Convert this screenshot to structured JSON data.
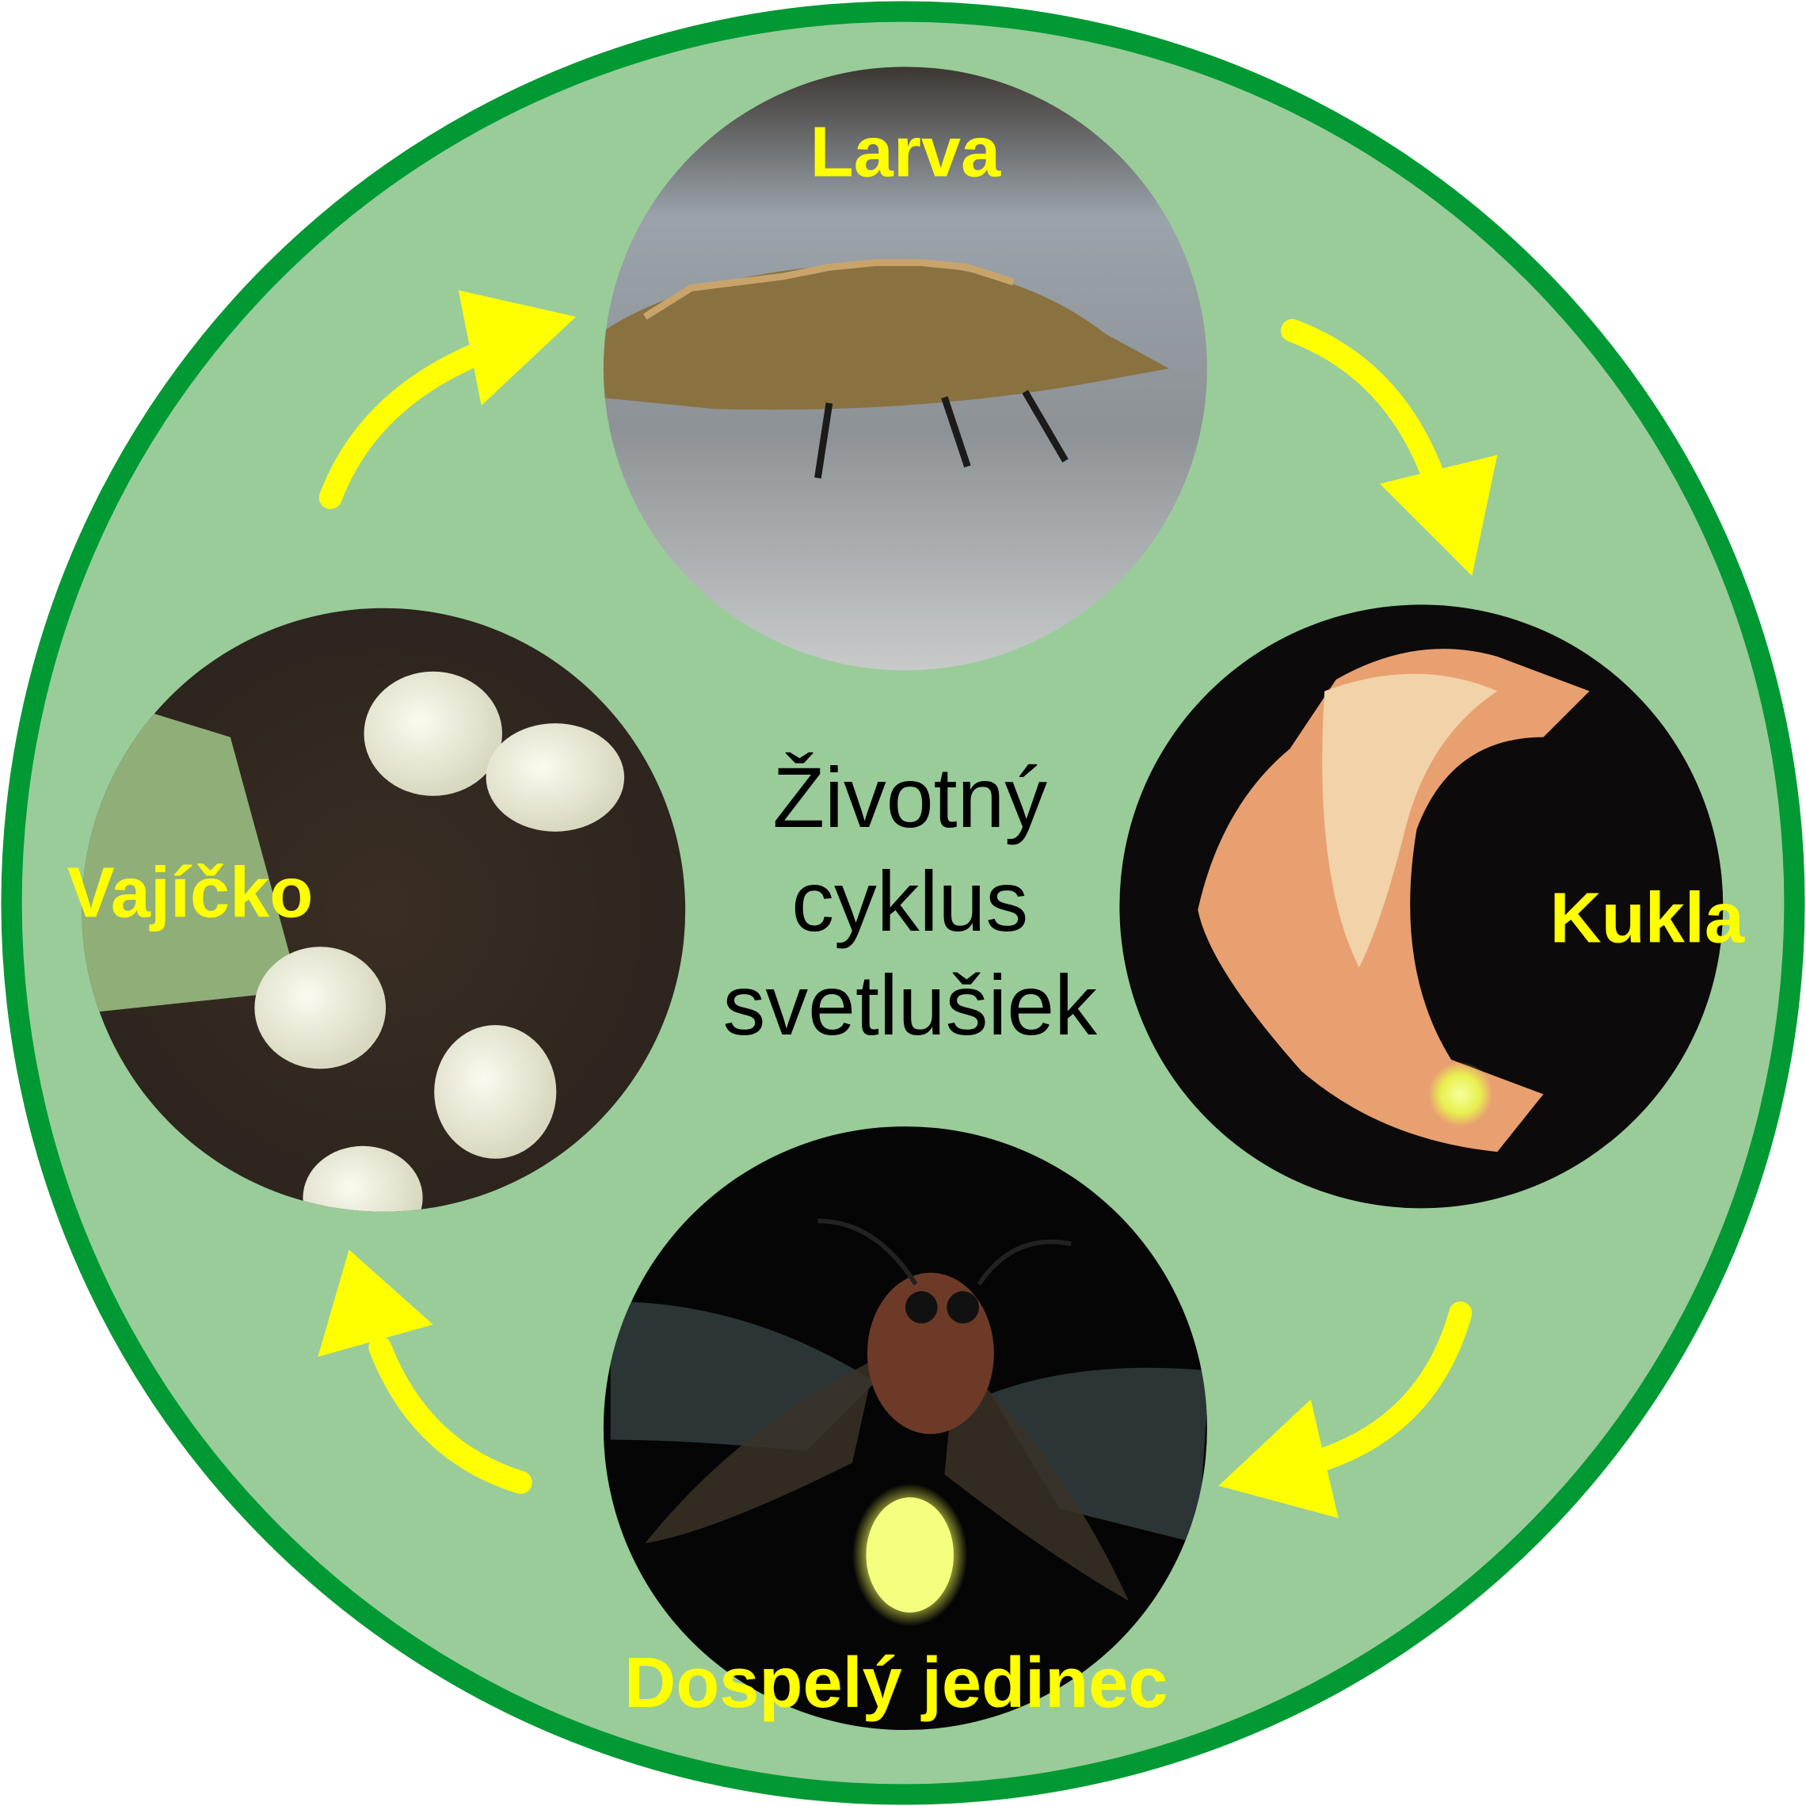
{
  "title": [
    "Životný",
    "cyklus",
    "svetlušiek"
  ],
  "stages": {
    "larva": "Larva",
    "pupa": "Kukla",
    "adult": "Dospelý jedinec",
    "egg": "Vajíčko"
  },
  "colors": {
    "ring": "#009933",
    "background": "#99cc99",
    "arrow": "#ffff00",
    "label": "#ffff00"
  }
}
